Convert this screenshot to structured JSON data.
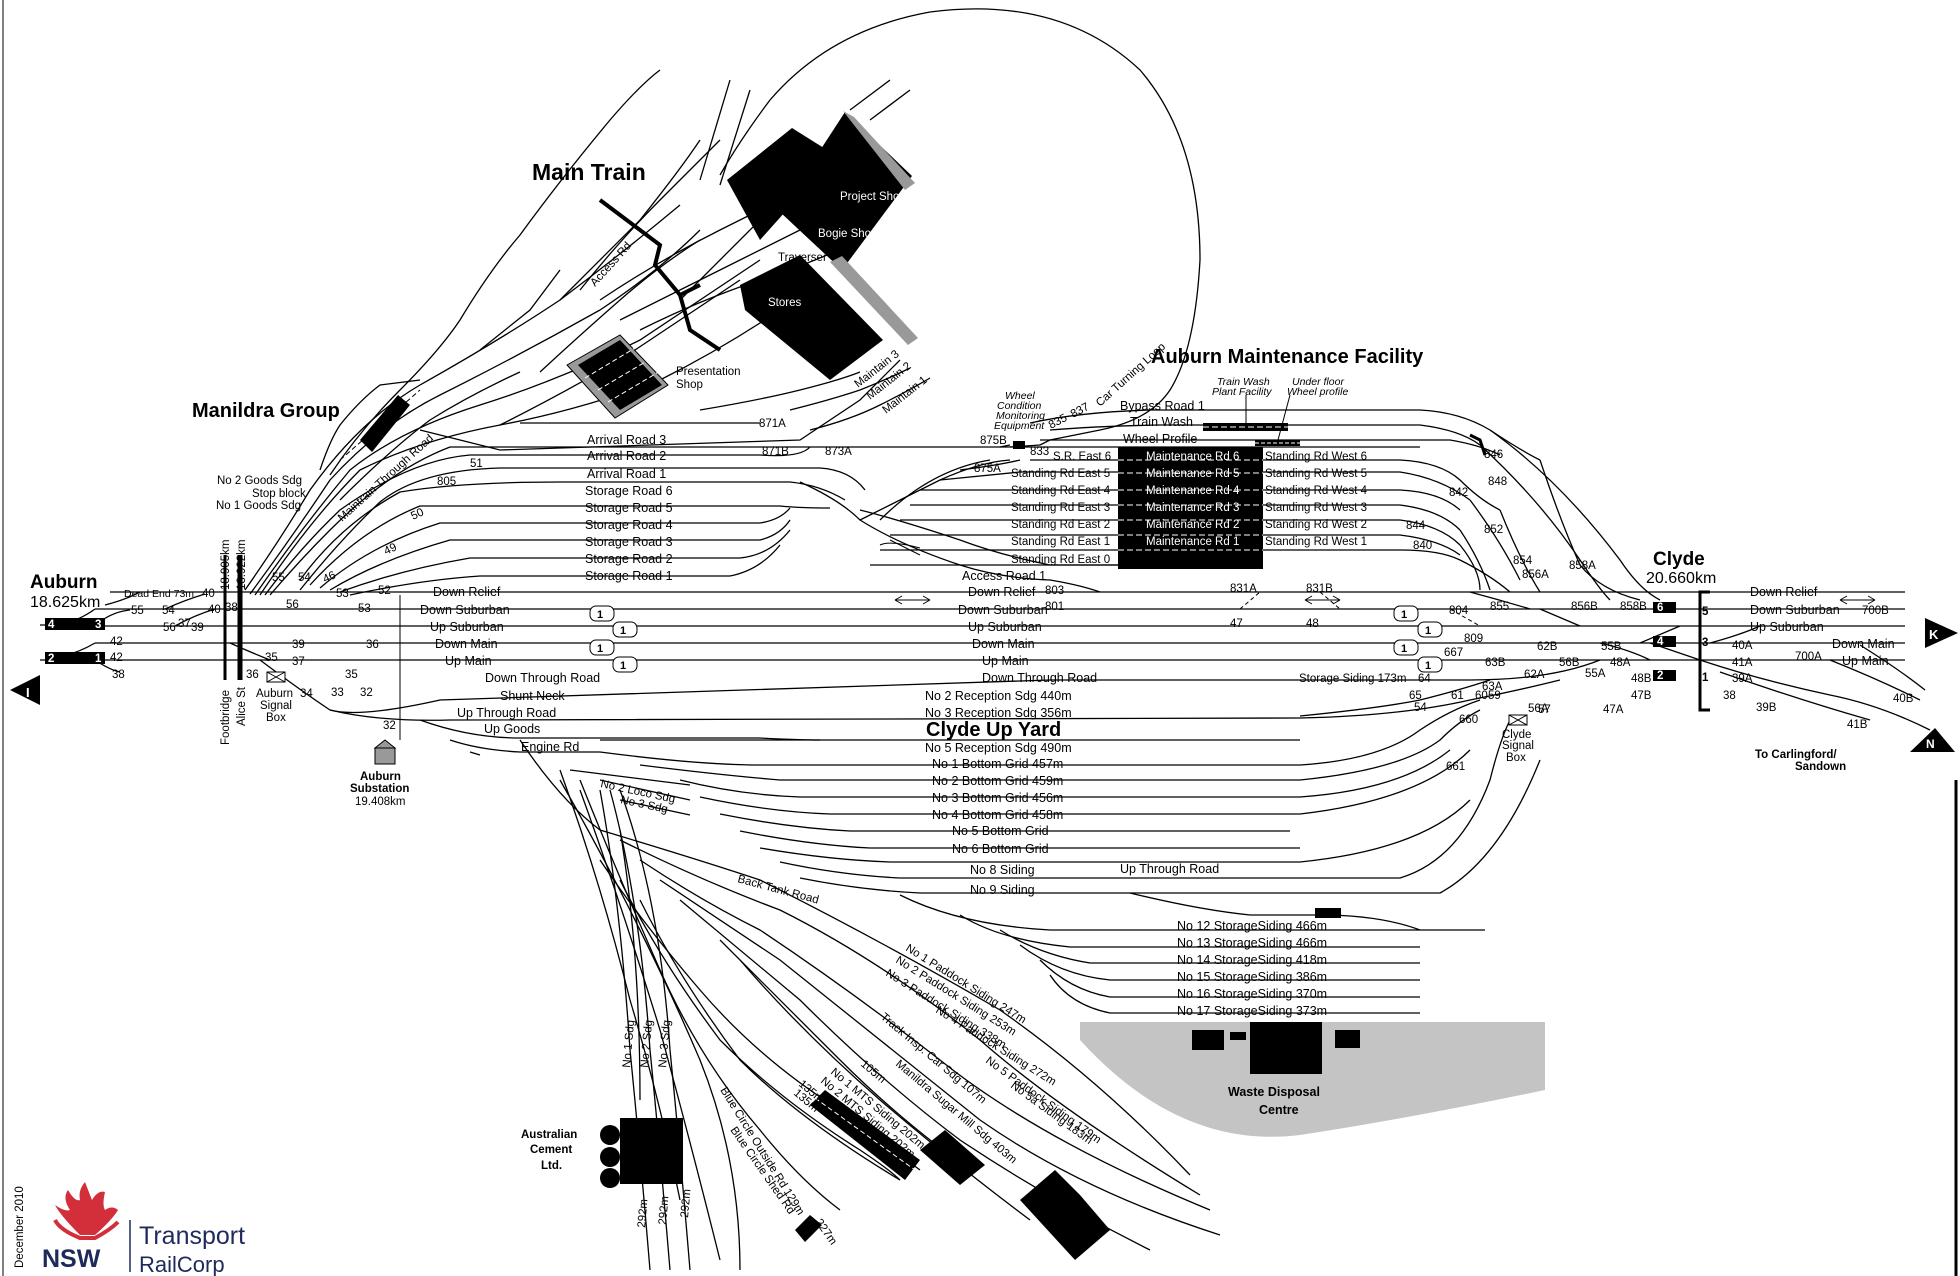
{
  "stations": {
    "auburn": {
      "name": "Auburn",
      "km": "18.625km"
    },
    "clyde": {
      "name": "Clyde",
      "km": "20.660km"
    }
  },
  "areas": {
    "main_train": "Main Train",
    "manildra": "Manildra Group",
    "amf": "Auburn Maintenance Facility",
    "clyde_up_yard": "Clyde Up Yard",
    "waste_line1": "Waste Disposal",
    "waste_line2": "Centre",
    "cement_line1": "Australian",
    "cement_line2": "Cement",
    "cement_line3": "Ltd.",
    "substation_line1": "Auburn",
    "substation_line2": "Substation",
    "substation_km": "19.408km"
  },
  "buildings": {
    "project_shop": "Project Shop",
    "bogie_shop": "Bogie Shop",
    "traverser": "Traverser",
    "stores": "Stores",
    "presentation_line1": "Presentation",
    "presentation_line2": "Shop",
    "train_wash_plant_1": "Train Wash",
    "train_wash_plant_2": "Plant Facility",
    "under_floor_1": "Under floor",
    "under_floor_2": "Wheel profile",
    "wcme_1": "Wheel",
    "wcme_2": "Condition",
    "wcme_3": "Monitoring",
    "wcme_4": "Equipment"
  },
  "roads": {
    "access_rd": "Access Rd",
    "maintrain_through": "Maintrain Through Road",
    "maintain3": "Maintain 3",
    "maintain2": "Maintain 2",
    "maintain1": "Maintain 1",
    "car_turning_loop": "Car Turning Loop",
    "bypass_road_1": "Bypass Road 1",
    "train_wash": "Train Wash",
    "wheel_profile": "Wheel Profile",
    "sr_east_6": "S.R. East 6",
    "arrival_road_3": "Arrival Road 3",
    "arrival_road_2": "Arrival Road 2",
    "arrival_road_1": "Arrival Road 1",
    "storage_road_6": "Storage Road 6",
    "storage_road_5": "Storage Road 5",
    "storage_road_4": "Storage Road 4",
    "storage_road_3": "Storage Road 3",
    "storage_road_2": "Storage Road 2",
    "storage_road_1": "Storage Road 1",
    "access_road_1": "Access Road 1",
    "no2_goods": "No 2 Goods Sdg",
    "stop_block": "Stop block",
    "no1_goods": "No 1 Goods Sdg",
    "dead_end": "Dead End 73m",
    "footbridge": "Footbridge",
    "alice_st": "Alice St",
    "km_18905": "18.905km",
    "km_18922": "18.922km",
    "auburn_signal_1": "Auburn",
    "auburn_signal_2": "Signal",
    "auburn_signal_3": "Box",
    "clyde_signal_1": "Clyde",
    "clyde_signal_2": "Signal",
    "clyde_signal_3": "Box",
    "shunt_neck": "Shunt Neck",
    "up_goods": "Up Goods",
    "engine_rd": "Engine Rd",
    "no2_loco": "No 2 Loco Sdg",
    "no3_sdg_top": "No 3 Sdg",
    "back_tank": "Back Tank Road",
    "storage_siding": "Storage Siding 173m",
    "carlingford_1": "To Carlingford/",
    "carlingford_2": "Sandown",
    "up_through_road_lower": "Up Through Road"
  },
  "main_lines": {
    "down_relief": "Down Relief",
    "down_suburban": "Down Suburban",
    "up_suburban": "Up Suburban",
    "down_main": "Down Main",
    "up_main": "Up Main",
    "down_through_road": "Down Through Road",
    "up_through_road": "Up Through Road"
  },
  "maintenance_roads": [
    "Maintenance Rd 6",
    "Maintenance Rd 5",
    "Maintenance Rd 4",
    "Maintenance Rd 3",
    "Maintenance Rd 2",
    "Maintenance Rd 1"
  ],
  "standing_east": [
    "Standing Rd East 5",
    "Standing Rd East 4",
    "Standing Rd East 3",
    "Standing Rd East 2",
    "Standing Rd East 1",
    "Standing Rd East 0"
  ],
  "standing_west": [
    "Standing Rd West 6",
    "Standing Rd West 5",
    "Standing Rd West 4",
    "Standing Rd West 3",
    "Standing Rd West 2",
    "Standing Rd West 1"
  ],
  "yard_sidings": [
    "No 2 Reception Sdg 440m",
    "No 3 Reception Sdg 356m",
    "No 5 Reception Sdg 490m",
    "No 1 Bottom Grid 457m",
    "No 2 Bottom Grid 459m",
    "No 3 Bottom Grid 456m",
    "No 4 Bottom Grid 458m",
    "No 5 Bottom Grid",
    "No 6 Bottom Grid",
    "No 8 Siding",
    "No 9 Siding"
  ],
  "storage_sidings": [
    "No 12 StorageSiding 466m",
    "No 13 StorageSiding 466m",
    "No 14 StorageSiding 418m",
    "No 15 StorageSiding 386m",
    "No 16 StorageSiding 370m",
    "No 17 StorageSiding 373m"
  ],
  "paddock_sidings": [
    "No 1 Paddock Siding 247m",
    "No 2 Paddock Siding 253m",
    "No 3 Paddock Siding 338m",
    "No 4 Paddock Siding 272m",
    "Track Insp. Car Sdg 107m",
    "No 5 Paddock Siding 179m",
    "No 5a Siding 183m",
    "Manildra Sugar Mill Sdg 403m",
    "105m",
    "No 1 MTS Siding 202m",
    "No 2 MTS Siding 202m",
    "135m",
    "135m",
    "Blue Circle Outside Rd 129m",
    "Blue Circle Shed Rd",
    "227m"
  ],
  "cement_sidings": [
    "No 1 Sdg",
    "No 2 Sdg",
    "No 3 Sdg",
    "292m",
    "292m",
    "292m"
  ],
  "points": [
    "871A",
    "871B",
    "873A",
    "875B",
    "875A",
    "833",
    "835",
    "837",
    "846",
    "848",
    "842",
    "852",
    "844",
    "840",
    "854",
    "856A",
    "858A",
    "855",
    "856B",
    "858B",
    "700B",
    "700A",
    "40A",
    "41A",
    "39A",
    "40B",
    "41B",
    "38",
    "39B",
    "47B",
    "47A",
    "48A",
    "48B",
    "55A",
    "55B",
    "56B",
    "62A",
    "62B",
    "63B",
    "63A",
    "64",
    "65",
    "61",
    "60",
    "59",
    "56A",
    "54",
    "57",
    "660",
    "661",
    "667",
    "831A",
    "831B",
    "47",
    "48",
    "804",
    "809",
    "803",
    "801",
    "805",
    "51",
    "50",
    "49",
    "46",
    "53",
    "52",
    "55",
    "54",
    "56",
    "53",
    "40",
    "38",
    "55",
    "54",
    "56",
    "37",
    "39",
    "40",
    "42",
    "42",
    "38",
    "39",
    "37",
    "36",
    "36",
    "35",
    "35",
    "34",
    "33",
    "32",
    "32"
  ],
  "signals": {
    "one": "1",
    "k": "K",
    "n": "N",
    "i": "I"
  },
  "footer": {
    "date": "December 2010",
    "org1": "Transport",
    "org2": "RailCorp",
    "nsw": "NSW"
  }
}
